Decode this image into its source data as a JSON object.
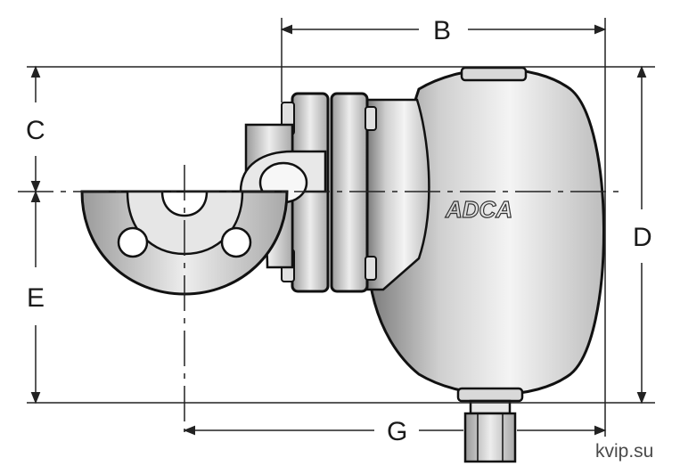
{
  "dimensions": {
    "b": "B",
    "c": "C",
    "d": "D",
    "e": "E",
    "g": "G"
  },
  "logo_text": "ADCA",
  "watermark": "kvip.su"
}
